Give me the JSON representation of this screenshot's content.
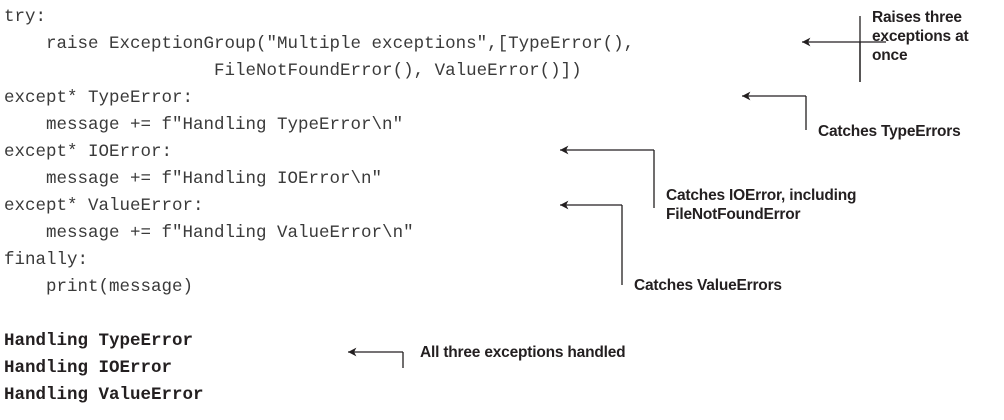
{
  "figure": {
    "kind": "annotated-code-listing",
    "language": "python",
    "background_color": "#ffffff",
    "code_color": "#3a3a3a",
    "output_color": "#231f20",
    "annotation_color": "#231f20",
    "leader_color": "#231f20"
  },
  "code": {
    "lines": [
      "try:",
      "    raise ExceptionGroup(\"Multiple exceptions\",[TypeError(),",
      "                    FileNotFoundError(), ValueError()])",
      "except* TypeError:",
      "    message += f\"Handling TypeError\\n\"",
      "except* IOError:",
      "    message += f\"Handling IOError\\n\"",
      "except* ValueError:",
      "    message += f\"Handling ValueError\\n\"",
      "finally:",
      "    print(message)"
    ]
  },
  "output": {
    "lines": [
      "Handling TypeError",
      "Handling IOError",
      "Handling ValueError"
    ]
  },
  "annotations": [
    {
      "id": "raises-three",
      "text": "Raises three\nexceptions at\nonce"
    },
    {
      "id": "catches-typeerrors",
      "text": "Catches TypeErrors"
    },
    {
      "id": "catches-ioerror",
      "text": "Catches IOError, including\nFileNotFoundError"
    },
    {
      "id": "catches-valueerrors",
      "text": "Catches ValueErrors"
    },
    {
      "id": "all-handled",
      "text": "All three exceptions handled"
    }
  ]
}
